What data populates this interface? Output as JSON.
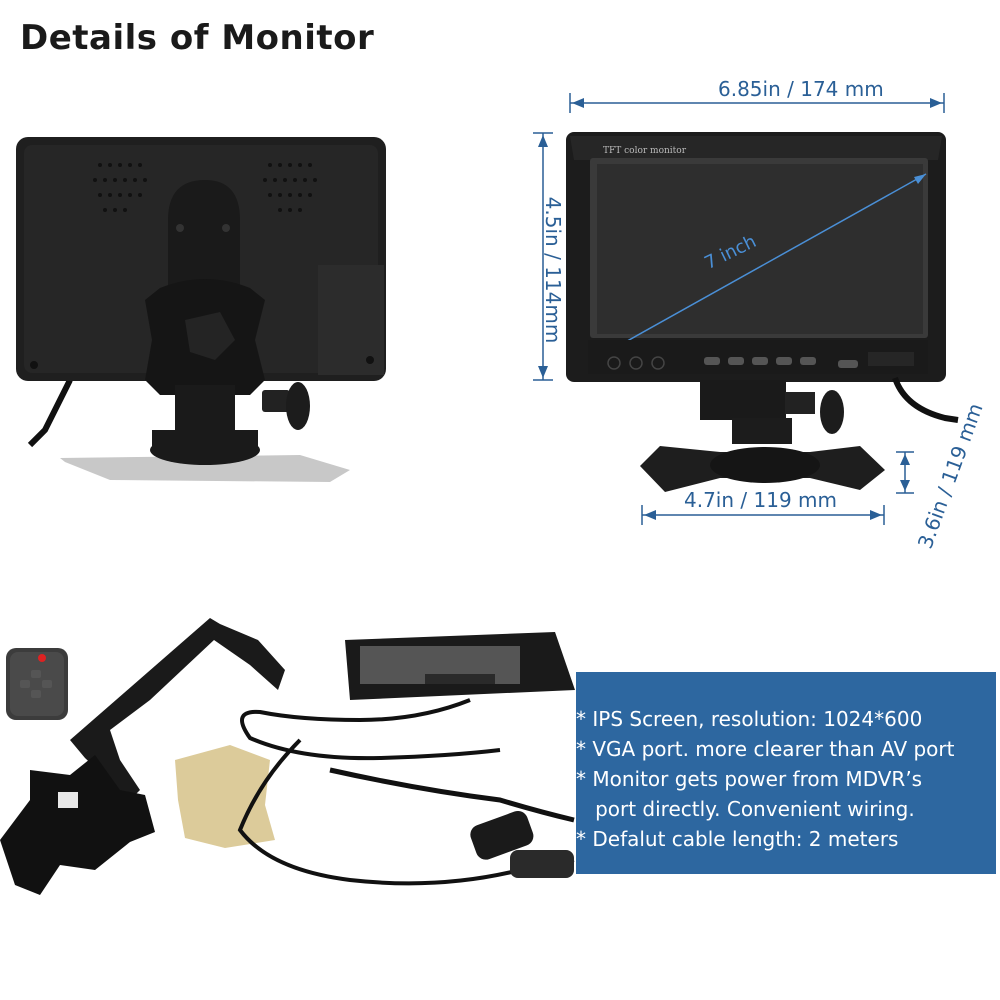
{
  "header": {
    "title": "Details of Monitor"
  },
  "monitor_front": {
    "screen_label": "TFT color monitor",
    "diagonal_label": "7 inch"
  },
  "dimensions": {
    "width": "6.85in / 174 mm",
    "height": "4.5in / 114mm",
    "base_width": "4.7in / 119 mm",
    "base_height": "3.6in / 119 mm"
  },
  "specs": [
    "* IPS Screen, resolution: 1024*600",
    "* VGA port. more clearer than AV port",
    "* Monitor gets power from MDVR’s",
    "   port directly. Convenient wiring.",
    "* Defalut cable length: 2 meters"
  ],
  "colors": {
    "accent": "#2a5f96",
    "spec_panel": "#2d67a0"
  }
}
